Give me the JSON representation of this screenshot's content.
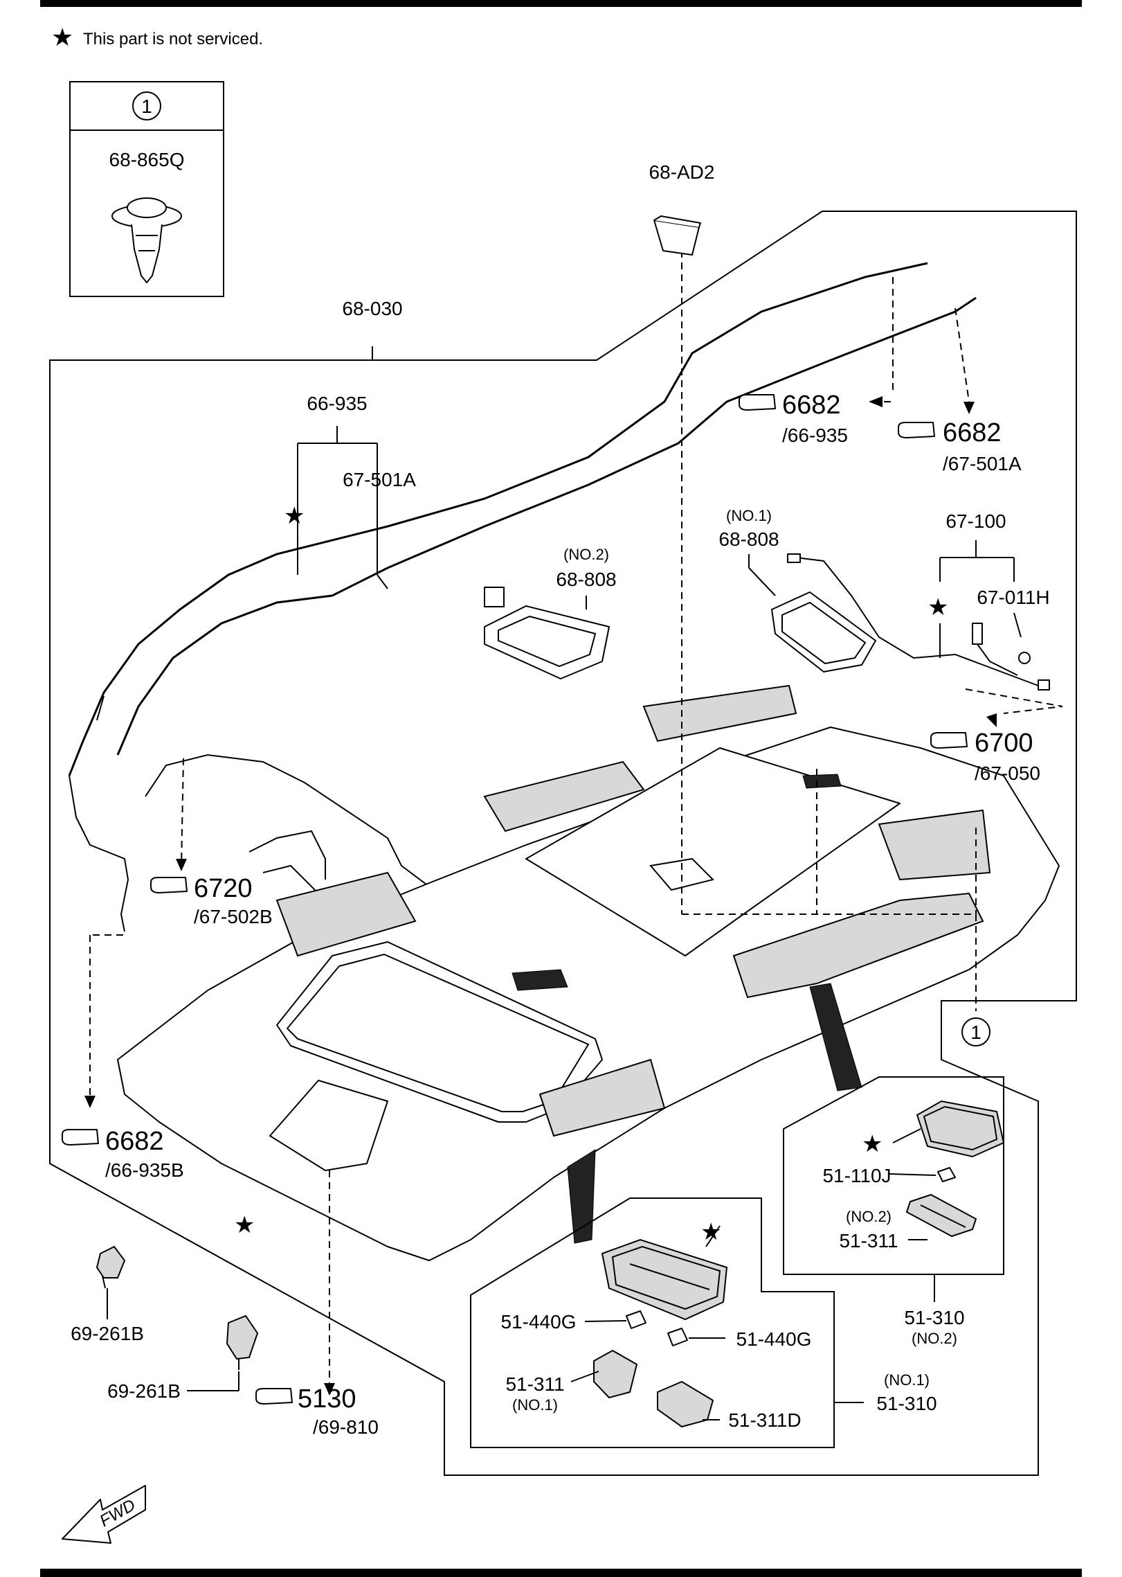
{
  "legend": {
    "star": "★",
    "text": "This part is not serviced."
  },
  "detail_box": {
    "number": "1",
    "part": "68-865Q"
  },
  "labels": {
    "p68_ad2": "68-AD2",
    "p68_030": "68-030",
    "p66_935": "66-935",
    "p67_501a": "67-501A",
    "p68_808_no2_q": "(NO.2)",
    "p68_808_no2": "68-808",
    "p68_808_no1_q": "(NO.1)",
    "p68_808_no1": "68-808",
    "p67_100": "67-100",
    "p67_011h": "67-011H",
    "ref6682a": "6682",
    "ref6682a_sub": "/66-935",
    "ref6682b": "6682",
    "ref6682b_sub": "/67-501A",
    "ref6700": "6700",
    "ref6700_sub": "/67-050",
    "ref6720": "6720",
    "ref6720_sub": "/67-502B",
    "ref6682c": "6682",
    "ref6682c_sub": "/66-935B",
    "ref5130": "5130",
    "ref5130_sub": "/69-810",
    "callout1": "1",
    "p51_110j": "51-110J",
    "p51_311_no2_q": "(NO.2)",
    "p51_311_no2": "51-311",
    "p51_310_no2": "51-310",
    "p51_310_no2_q": "(NO.2)",
    "p51_440g_a": "51-440G",
    "p51_440g_b": "51-440G",
    "p51_311_no1": "51-311",
    "p51_311_no1_q": "(NO.1)",
    "p51_311d": "51-311D",
    "p51_310_no1_q": "(NO.1)",
    "p51_310_no1": "51-310",
    "p69_261b_a": "69-261B",
    "p69_261b_b": "69-261B",
    "fwd": "FWD"
  }
}
